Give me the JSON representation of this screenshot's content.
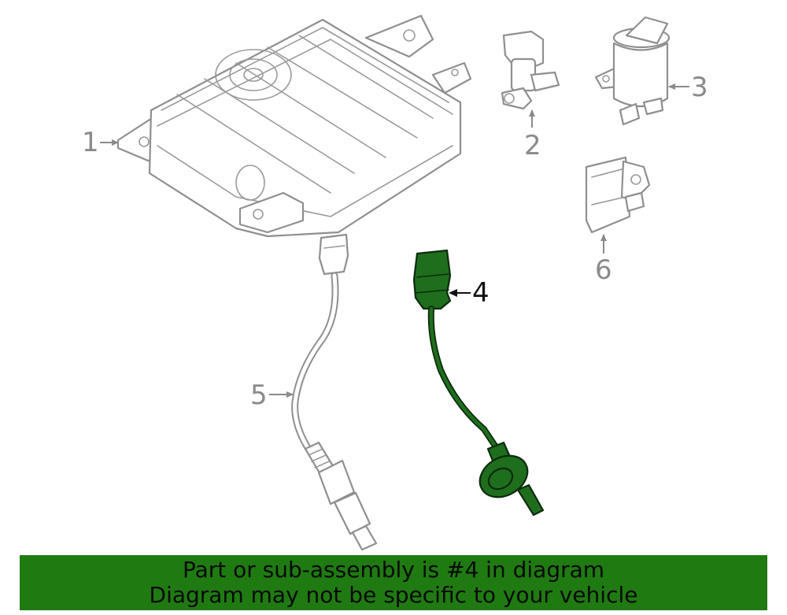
{
  "callouts": {
    "c1": "1",
    "c2": "2",
    "c3": "3",
    "c4": "4",
    "c5": "5",
    "c6": "6"
  },
  "highlight": {
    "part_number": "4",
    "color": "#1e6e1e",
    "banner_color": "#1f7a12"
  },
  "banner": {
    "line1": "Part or sub-assembly is #4 in diagram",
    "line2": "Diagram may not be specific to your vehicle"
  }
}
